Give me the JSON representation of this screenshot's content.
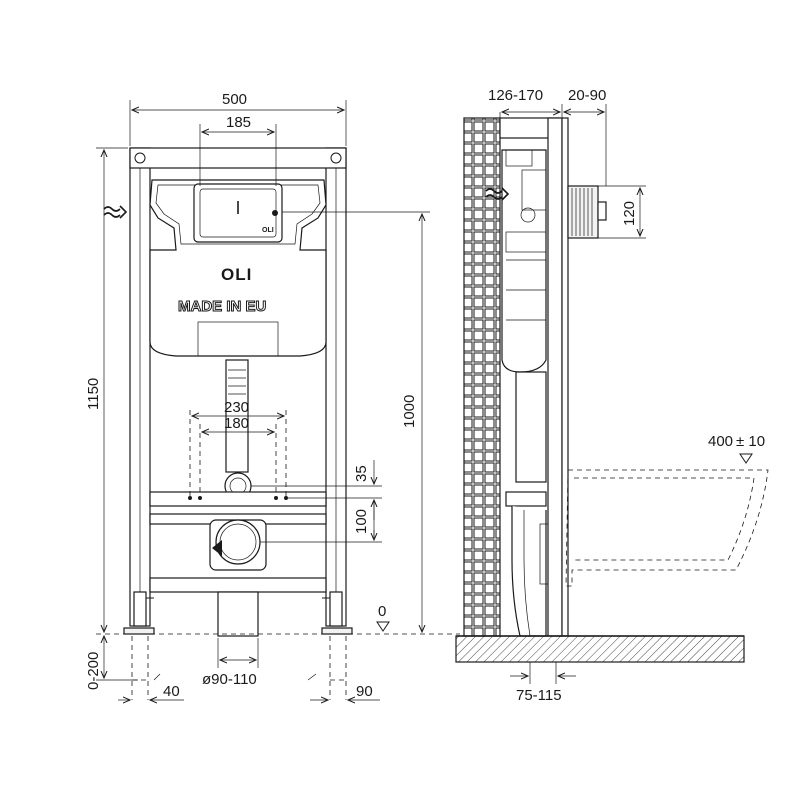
{
  "front_view": {
    "width_label": "500",
    "button_width_label": "185",
    "height_label": "1150",
    "inlet_height_label": "1000",
    "studs_outer_label": "230",
    "studs_inner_label": "180",
    "offset_small_label": "35",
    "offset_large_label": "100",
    "foot_adjust_label": "0-200",
    "foot_left_label": "40",
    "foot_right_label": "90",
    "drain_diameter_label": "ø90-110",
    "floor_level_label": "0",
    "brand_logo": "OLI",
    "brand_text": "MADE IN EU",
    "button_logo": "OLI"
  },
  "side_view": {
    "depth_label": "126-170",
    "wall_label": "20-90",
    "pipe_label": "120",
    "bowl_height_label": "400",
    "bowl_tolerance_label": "± 10",
    "drain_offset_label": "75-115"
  },
  "icons": [
    "water-inlet-icon",
    "level-marker-icon"
  ]
}
